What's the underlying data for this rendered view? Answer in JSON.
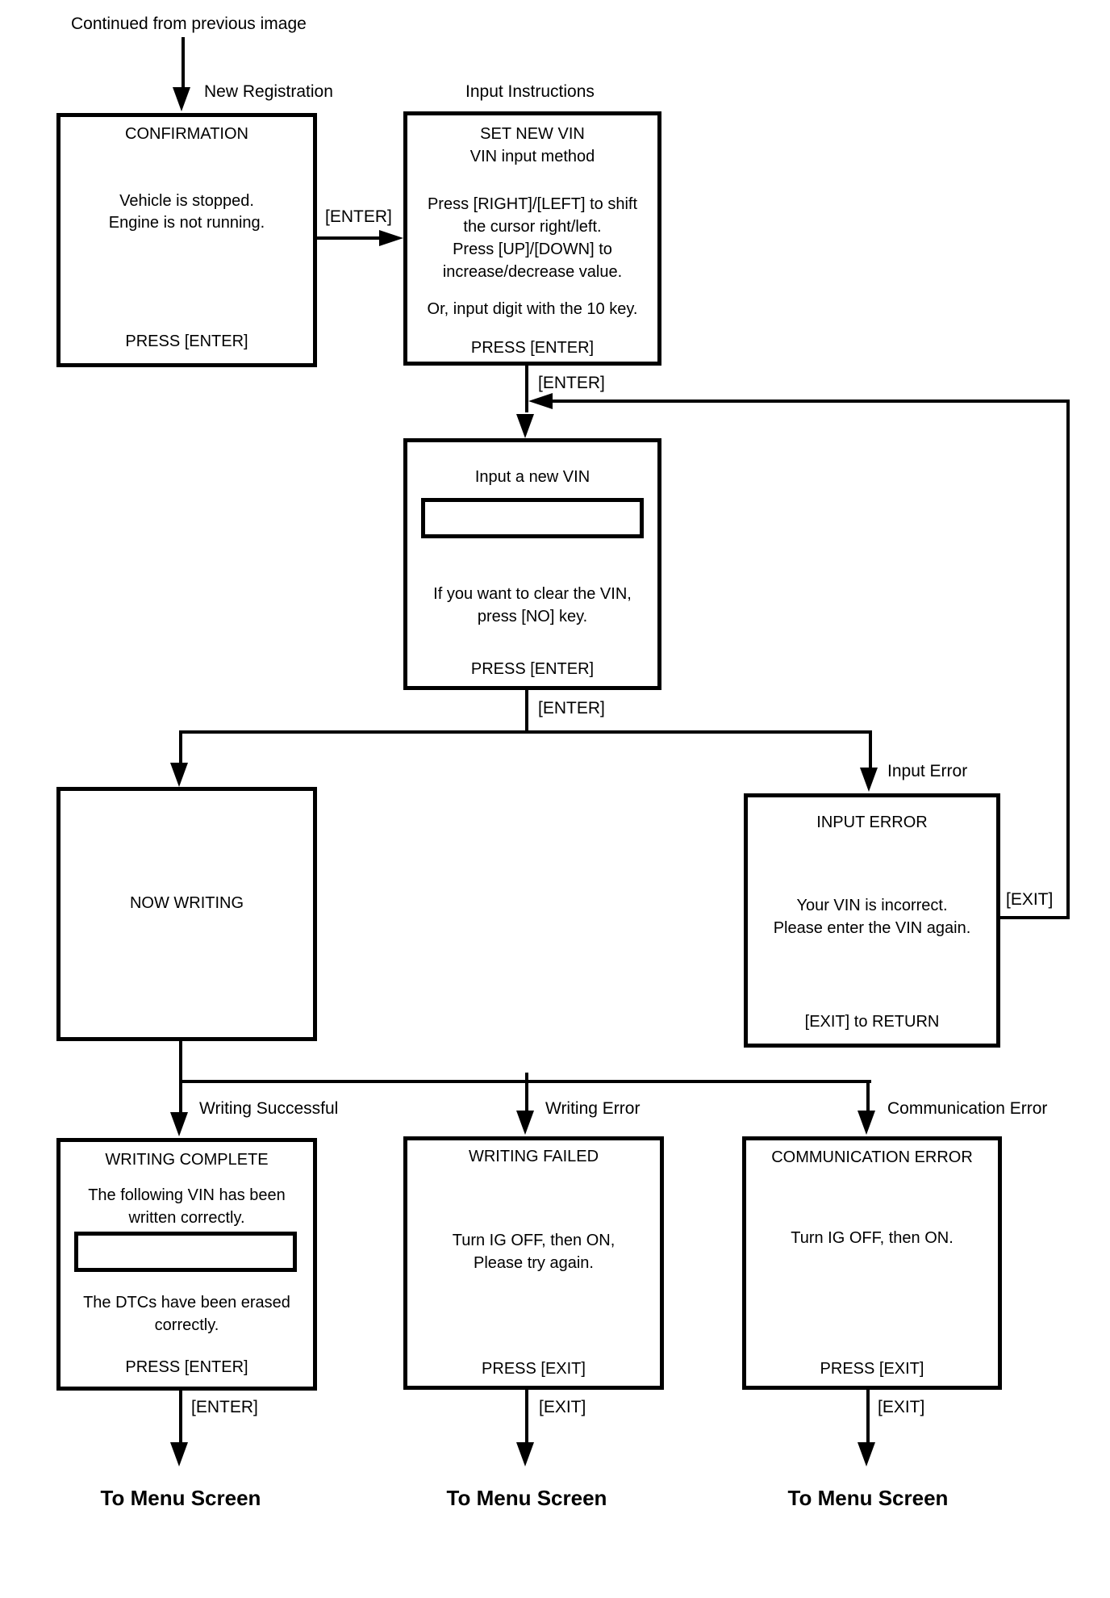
{
  "colors": {
    "ink": "#000000",
    "paper": "#ffffff"
  },
  "flow": {
    "continued_from": "Continued from previous image",
    "branch_labels": {
      "new_registration": "New Registration",
      "input_instructions": "Input Instructions",
      "input_error": "Input Error",
      "writing_successful": "Writing Successful",
      "writing_error": "Writing Error",
      "communication_error": "Communication Error"
    },
    "edge_labels": {
      "confirm_to_instructions": "[ENTER]",
      "instructions_to_input": "[ENTER]",
      "input_to_result": "[ENTER]",
      "error_return": "[EXIT]",
      "complete_to_menu": "[ENTER]",
      "failed_to_menu": "[EXIT]",
      "comm_to_menu": "[EXIT]"
    },
    "exits": [
      "To Menu Screen",
      "To Menu Screen",
      "To Menu Screen"
    ],
    "screens": {
      "confirmation": {
        "title": "CONFIRMATION",
        "body": [
          "Vehicle is stopped.",
          "Engine is not running."
        ],
        "footer": "PRESS [ENTER]"
      },
      "set_new_vin": {
        "title": "SET NEW VIN",
        "subtitle": "VIN input method",
        "body": [
          "Press [RIGHT]/[LEFT] to shift",
          "the cursor right/left.",
          "Press [UP]/[DOWN] to",
          "increase/decrease value."
        ],
        "note": "Or, input digit with the 10 key.",
        "footer": "PRESS [ENTER]"
      },
      "input_new_vin": {
        "title": "Input a new VIN",
        "vin_field_value": "",
        "body": [
          "If you want to clear the VIN,",
          "press [NO] key."
        ],
        "footer": "PRESS [ENTER]"
      },
      "now_writing": {
        "title": "NOW WRITING"
      },
      "input_error": {
        "title": "INPUT ERROR",
        "body": [
          "Your VIN is incorrect.",
          "Please enter the VIN again."
        ],
        "footer": "[EXIT] to RETURN"
      },
      "writing_complete": {
        "title": "WRITING COMPLETE",
        "body1": [
          "The following VIN has been",
          "written correctly."
        ],
        "vin_field_value": "",
        "body2": [
          "The DTCs have been erased",
          "correctly."
        ],
        "footer": "PRESS [ENTER]"
      },
      "writing_failed": {
        "title": "WRITING FAILED",
        "body": [
          "Turn IG OFF, then ON,",
          "Please try again."
        ],
        "footer": "PRESS [EXIT]"
      },
      "communication_error": {
        "title": "COMMUNICATION ERROR",
        "body": [
          "Turn IG OFF, then ON."
        ],
        "footer": "PRESS [EXIT]"
      }
    }
  }
}
